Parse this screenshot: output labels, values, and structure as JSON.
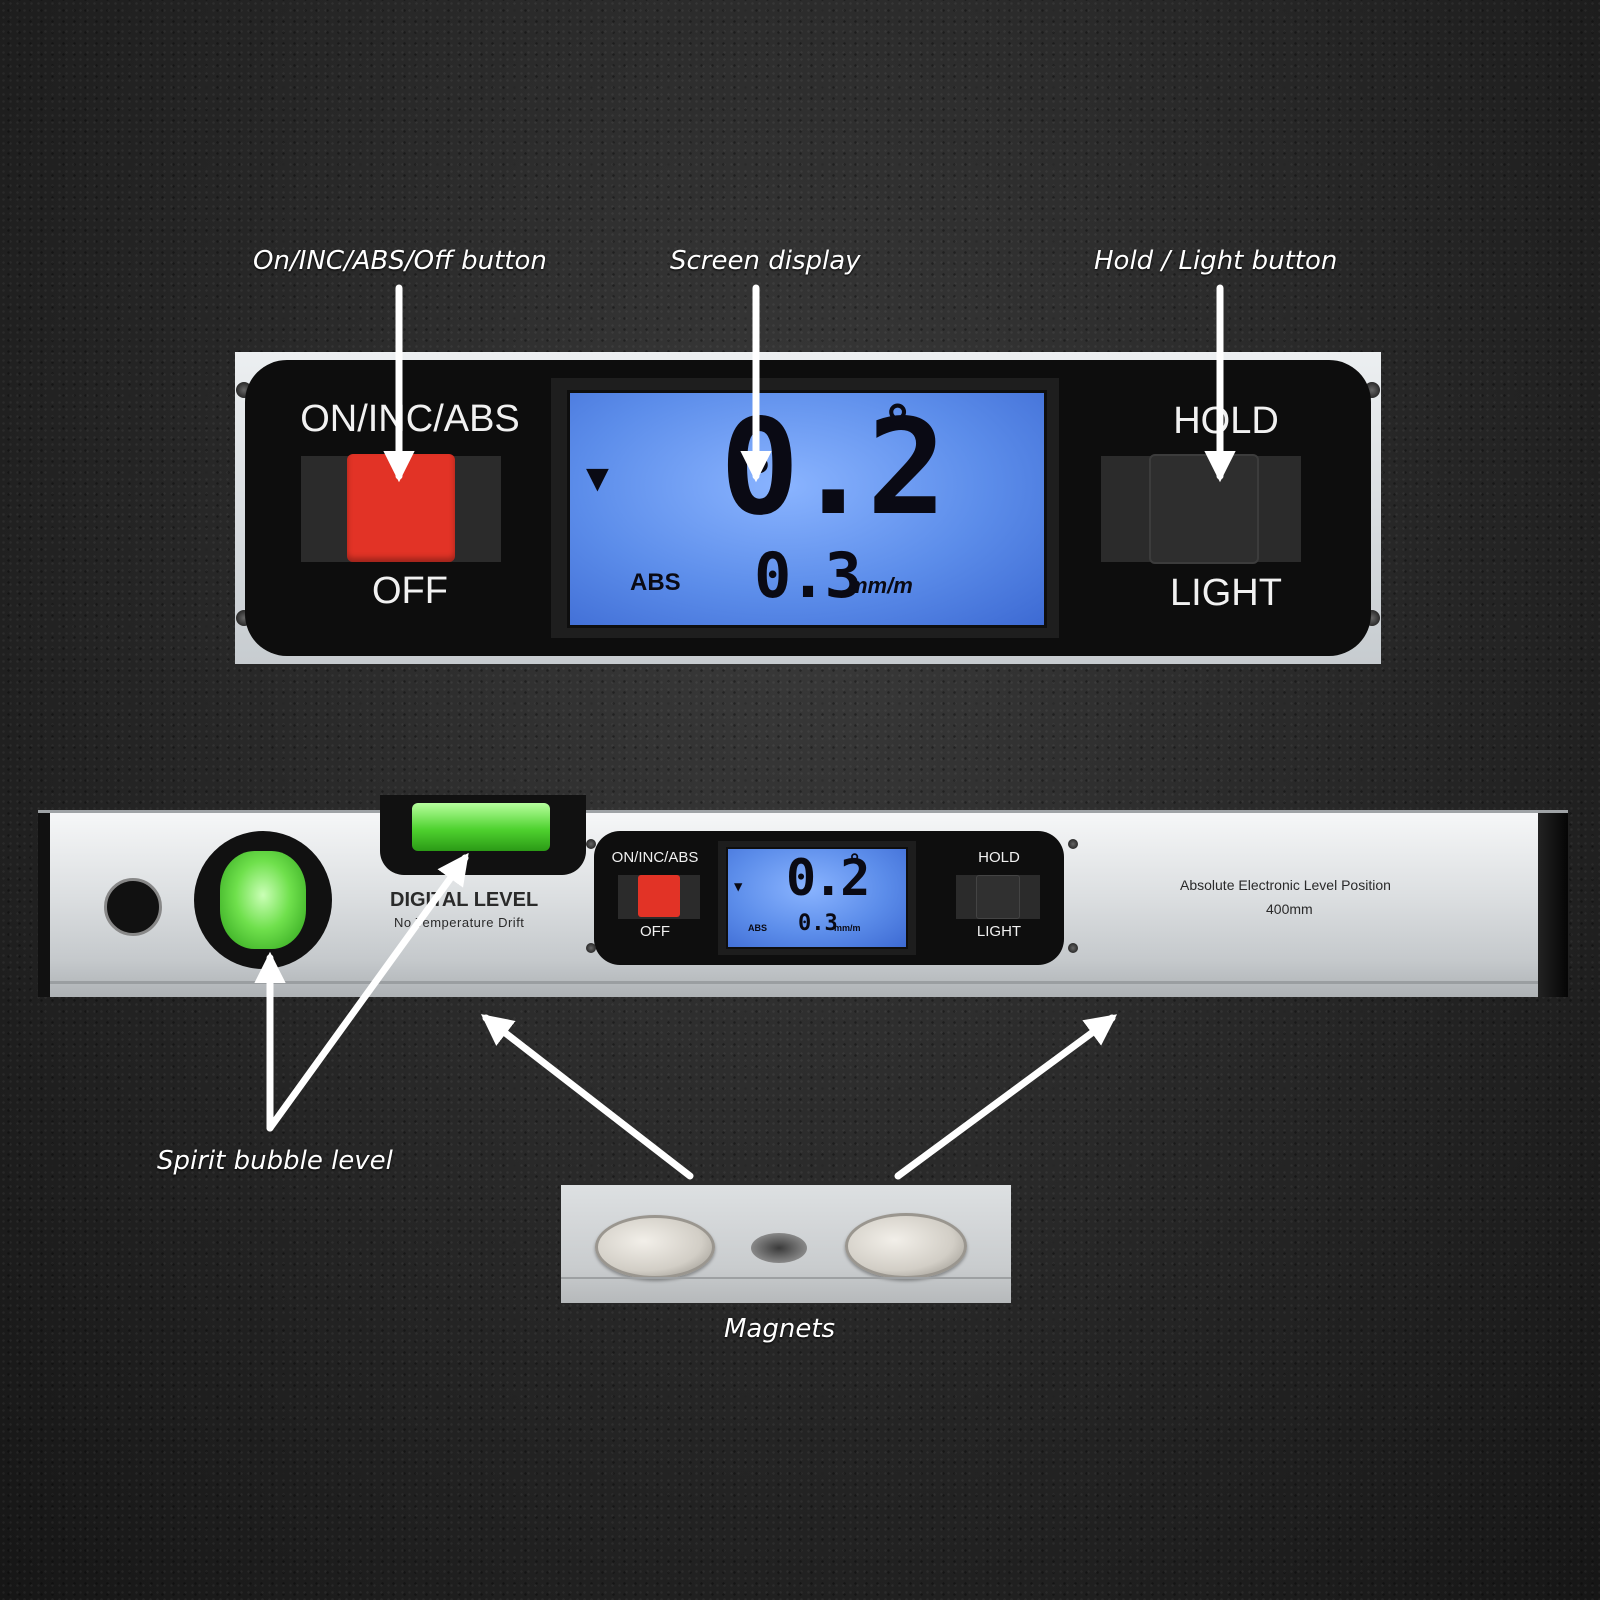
{
  "callouts": {
    "on_button": "On/INC/ABS/Off button",
    "screen": "Screen display",
    "hold_button": "Hold / Light button",
    "bubble": "Spirit bubble level",
    "magnets": "Magnets"
  },
  "panel": {
    "left_top_label": "ON/INC/ABS",
    "left_bottom_label": "OFF",
    "right_top_label": "HOLD",
    "right_bottom_label": "LIGHT",
    "lcd": {
      "angle": "0.2",
      "degree_symbol": "°",
      "mode": "ABS",
      "secondary_value": "0.3",
      "secondary_unit": "mm/m"
    }
  },
  "level": {
    "title": "DIGITAL LEVEL",
    "subtitle": "No Temperature Drift",
    "spec_line1": "Absolute Electronic Level Position",
    "spec_line2": "400mm"
  },
  "colors": {
    "on_button": "#e23326",
    "lcd_backlight": "#5c8dea",
    "bubble_fluid": "#6fe04c"
  }
}
